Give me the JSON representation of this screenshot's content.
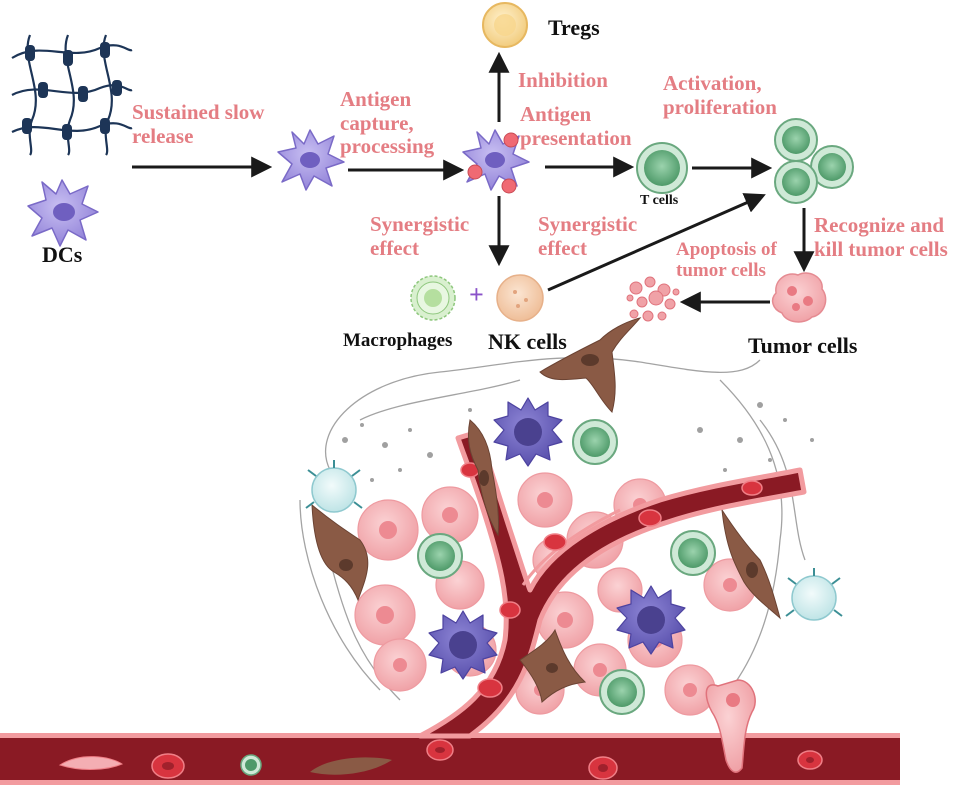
{
  "labels": {
    "dcs": "DCs",
    "sustained_release": "Sustained slow release",
    "antigen_capture": "Antigen capture, processing",
    "tregs": "Tregs",
    "inhibition": "Inhibition",
    "antigen_presentation": "Antigen presentation",
    "activation": "Activation, proliferation",
    "t_cells": "T cells",
    "synergistic_left": "Synergistic effect",
    "synergistic_right": "Synergistic effect",
    "recognize_kill": "Recognize and kill tumor cells",
    "apoptosis": "Apoptosis of tumor cells",
    "macrophages": "Macrophages",
    "plus": "+",
    "nk_cells": "NK cells",
    "tumor_cells": "Tumor cells"
  },
  "colors": {
    "label_accent": "#e47d83",
    "label_dark": "#111111",
    "dc_purple": "#a99be3",
    "dc_core": "#6f5fc0",
    "t_cell_green": "#6fb98a",
    "treg_yellow": "#f6d58c",
    "nk_peach": "#f4c9a6",
    "macrophage_green": "#bde5b1",
    "tumor_pink": "#f2a9ad",
    "vessel_red": "#8a1a24",
    "fibroblast_brown": "#8a5a45",
    "hydrogel_navy": "#1d3557"
  }
}
